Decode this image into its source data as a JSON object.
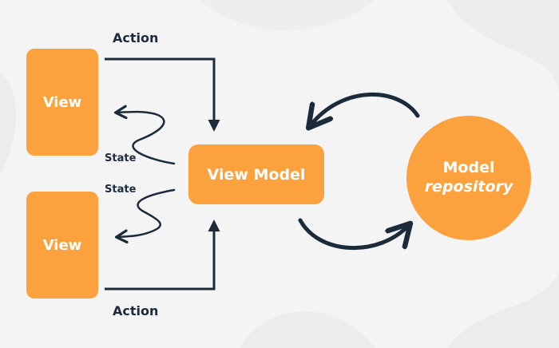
{
  "colors": {
    "node_fill": "#fba23f",
    "node_text": "#ffffff",
    "arrow": "#1b2b3a",
    "background": "#f4f4f4"
  },
  "nodes": {
    "view_top": "View",
    "view_bottom": "View",
    "view_model": "View Model",
    "model_line1": "Model",
    "model_line2": "repository"
  },
  "labels": {
    "action_top": "Action",
    "action_bottom": "Action",
    "state_top": "State",
    "state_bottom": "State"
  },
  "edges": [
    {
      "from": "view_top",
      "to": "view_model",
      "label": "Action"
    },
    {
      "from": "view_model",
      "to": "view_top",
      "label": "State"
    },
    {
      "from": "view_model",
      "to": "view_bottom",
      "label": "State"
    },
    {
      "from": "view_bottom",
      "to": "view_model",
      "label": "Action"
    },
    {
      "from": "model_repository",
      "to": "view_model",
      "label": ""
    },
    {
      "from": "view_model",
      "to": "model_repository",
      "label": ""
    }
  ]
}
